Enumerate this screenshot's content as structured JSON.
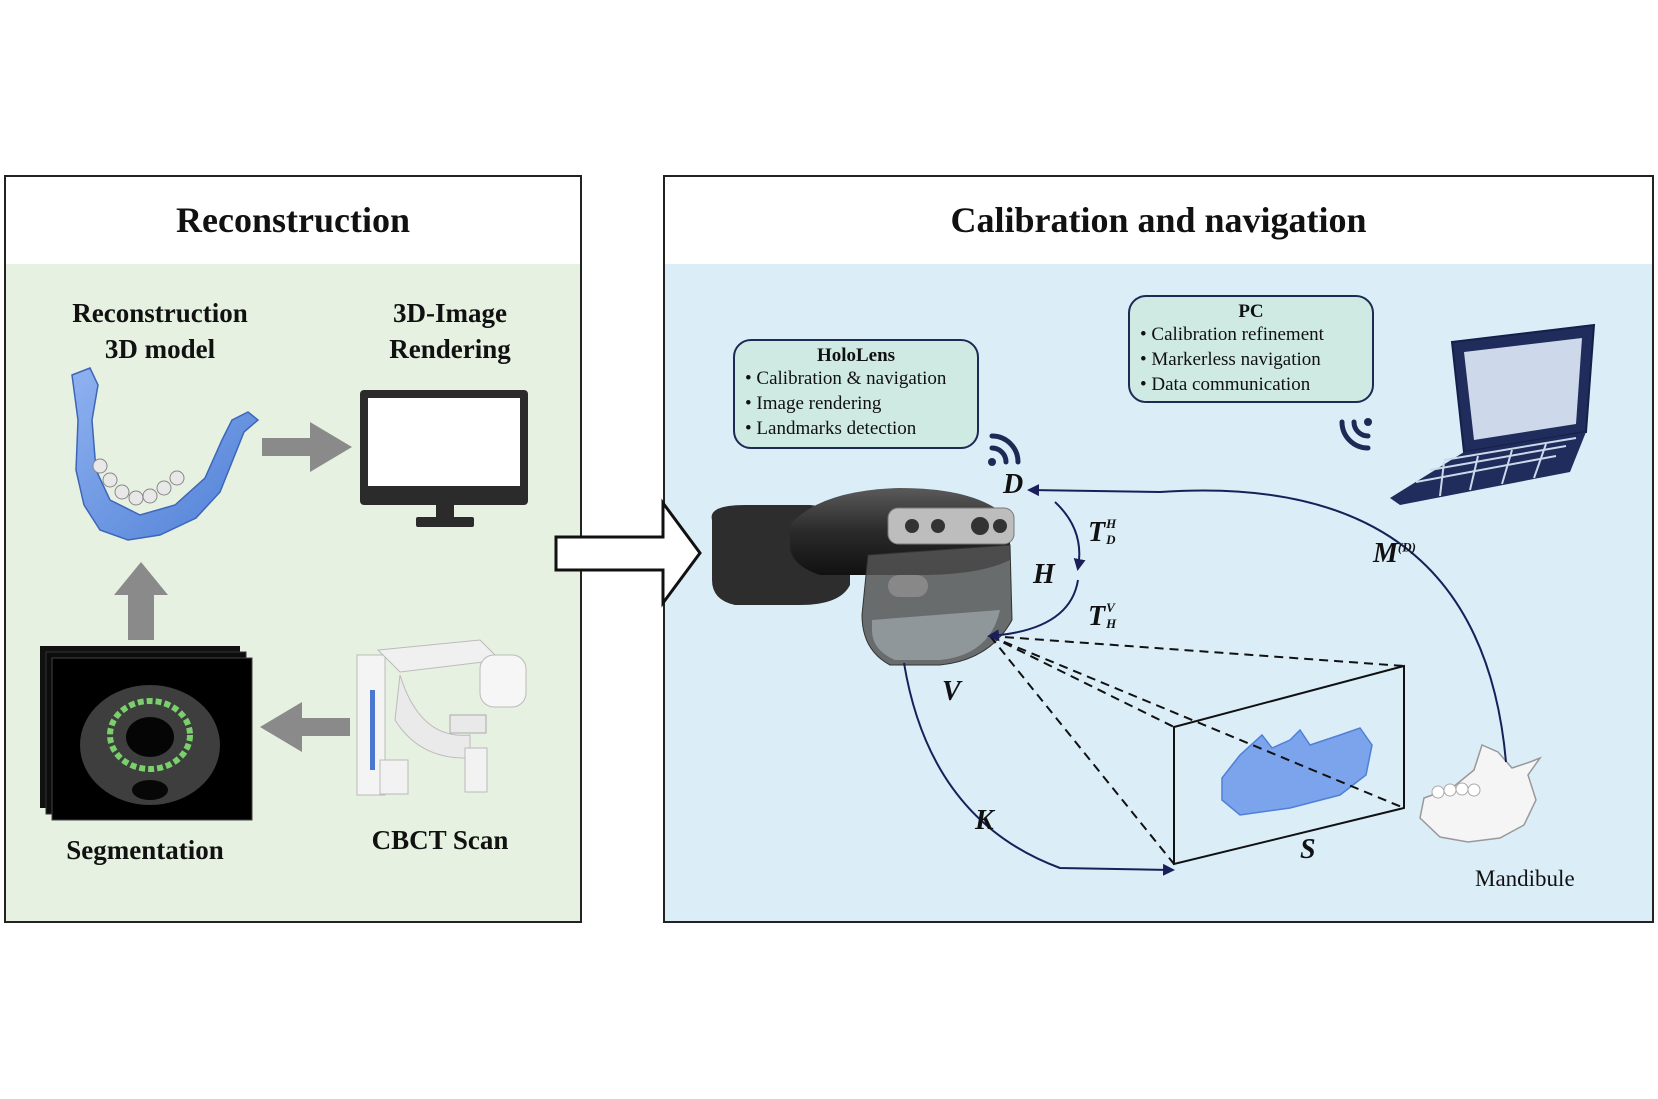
{
  "left_panel": {
    "title": "Reconstruction",
    "recon_label": [
      "Reconstruction",
      "3D model"
    ],
    "render_label": [
      "3D-Image",
      "Rendering"
    ],
    "segmentation_label": "Segmentation",
    "cbct_label": "CBCT Scan"
  },
  "right_panel": {
    "title": "Calibration and navigation",
    "hololens_box": {
      "heading": "HoloLens",
      "items": [
        "Calibration & navigation",
        "Image rendering",
        "Landmarks detection"
      ]
    },
    "pc_box": {
      "heading": "PC",
      "items": [
        "Calibration refinement",
        "Markerless navigation",
        "Data communication"
      ]
    },
    "symbols": {
      "D": "D",
      "H": "H",
      "V": "V",
      "K": "K",
      "S": "S",
      "M": "M",
      "M_sup": "(D)",
      "T": "T",
      "THD_sup": "H",
      "THD_sub": "D",
      "TVH_sup": "V",
      "TVH_sub": "H"
    },
    "mandibule_label": "Mandibule"
  },
  "colors": {
    "left_bg": "#e6f1e1",
    "right_bg": "#dbeef8",
    "jaw_blue": "#6f9be6",
    "box_fill": "#cfe9e3",
    "box_border": "#1c2a55",
    "curve_navy": "#1a1f5a",
    "gray_arrow": "#8a8a8a"
  }
}
